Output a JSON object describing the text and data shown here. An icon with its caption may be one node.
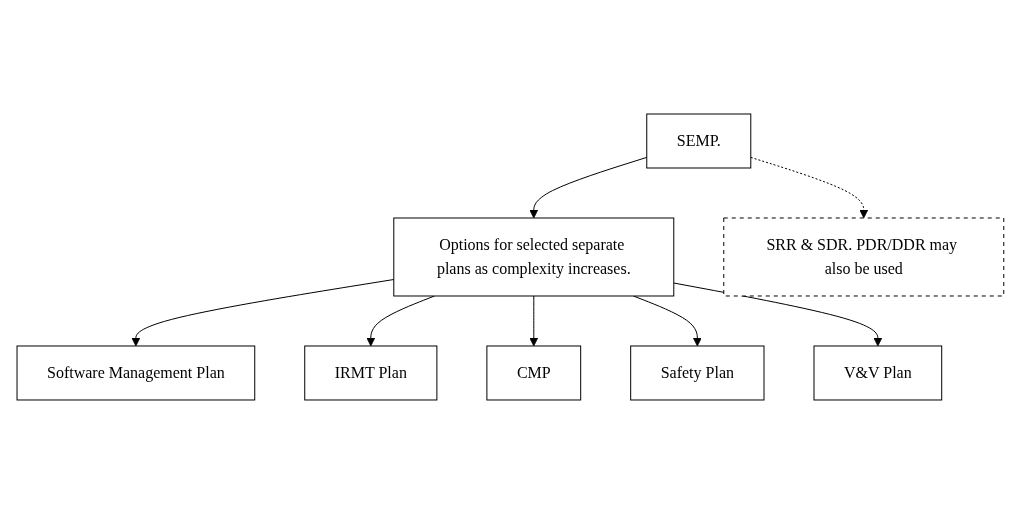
{
  "diagram": {
    "nodes": [
      {
        "text": [
          "SEMP."
        ]
      },
      {
        "text": [
          "Options for selected separate plans as complexity increases."
        ]
      },
      {
        "text": [
          "Software Management Plan"
        ]
      },
      {
        "text": [
          "CMP"
        ]
      },
      {
        "text": [
          "V&V Plan"
        ]
      },
      {
        "text": [
          "SRR & SDR. PDR/DDR may also be used"
        ]
      },
      {
        "text": [
          "IRMT Plan"
        ]
      },
      {
        "text": [
          "Safety Plan"
        ]
      }
    ],
    "edges": [
      {
        "from": 0,
        "to": 1,
        "arrow": "to"
      },
      {
        "from": 0,
        "to": 5,
        "arrow": "to",
        "style": "dashed"
      },
      {
        "from": 1,
        "to": 2,
        "arrow": "to"
      },
      {
        "from": 1,
        "to": 6,
        "arrow": "to"
      },
      {
        "from": 1,
        "to": 3,
        "arrow": "to"
      },
      {
        "from": 1,
        "to": 7,
        "arrow": "to"
      },
      {
        "from": 1,
        "to": 4,
        "arrow": "to"
      }
    ]
  }
}
